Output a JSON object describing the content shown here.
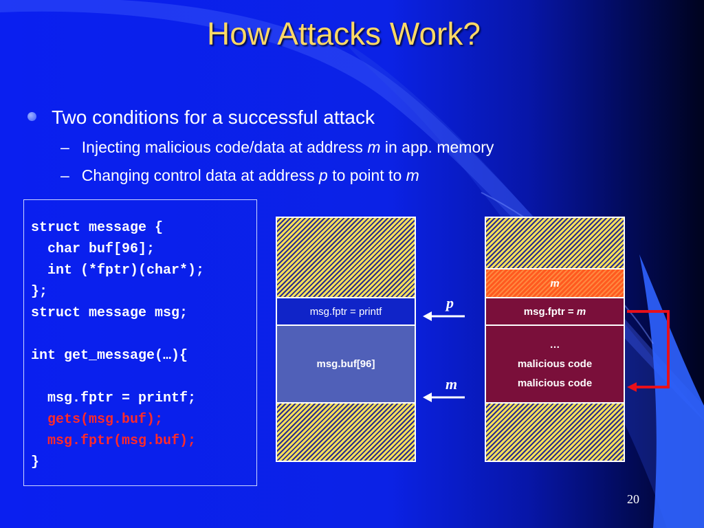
{
  "slide": {
    "title": "How Attacks Work?",
    "page_number": "20"
  },
  "bullets": {
    "main": "Two conditions for a successful attack",
    "sub1": {
      "prefix": "Injecting malicious code/data at address ",
      "var": "m",
      "suffix": " in app. memory"
    },
    "sub2": {
      "prefix": "Changing control data at address ",
      "var": "p",
      "mid": " to point to ",
      "var2": "m"
    },
    "dash": "–"
  },
  "code": {
    "lines": [
      {
        "text": "struct message {",
        "red": false
      },
      {
        "text": "  char buf[96];",
        "red": false
      },
      {
        "text": "  int (*fptr)(char*);",
        "red": false
      },
      {
        "text": "};",
        "red": false
      },
      {
        "text": "struct message msg;",
        "red": false
      },
      {
        "text": "",
        "red": false
      },
      {
        "text": "int get_message(…){",
        "red": false
      },
      {
        "text": "",
        "red": false
      },
      {
        "text": "  msg.fptr = printf;",
        "red": false
      },
      {
        "text": "  gets(msg.buf);",
        "red": true
      },
      {
        "text": "  msg.fptr(msg.buf);",
        "red": true
      },
      {
        "text": "}",
        "red": false
      }
    ]
  },
  "left_stack": {
    "fptr_label": "msg.fptr = printf",
    "buf_label": "msg.buf[96]"
  },
  "right_stack": {
    "m_label": "m",
    "fptr_prefix": "msg.fptr = ",
    "fptr_var": "m",
    "malicious_lines": [
      "…",
      "malicious code",
      "malicious code"
    ]
  },
  "pointers": {
    "p_label": "p",
    "m_label": "m"
  },
  "colors": {
    "title": "#ffd966",
    "highlight_code": "#ff2a2a",
    "arrow_red": "#e8101a"
  }
}
